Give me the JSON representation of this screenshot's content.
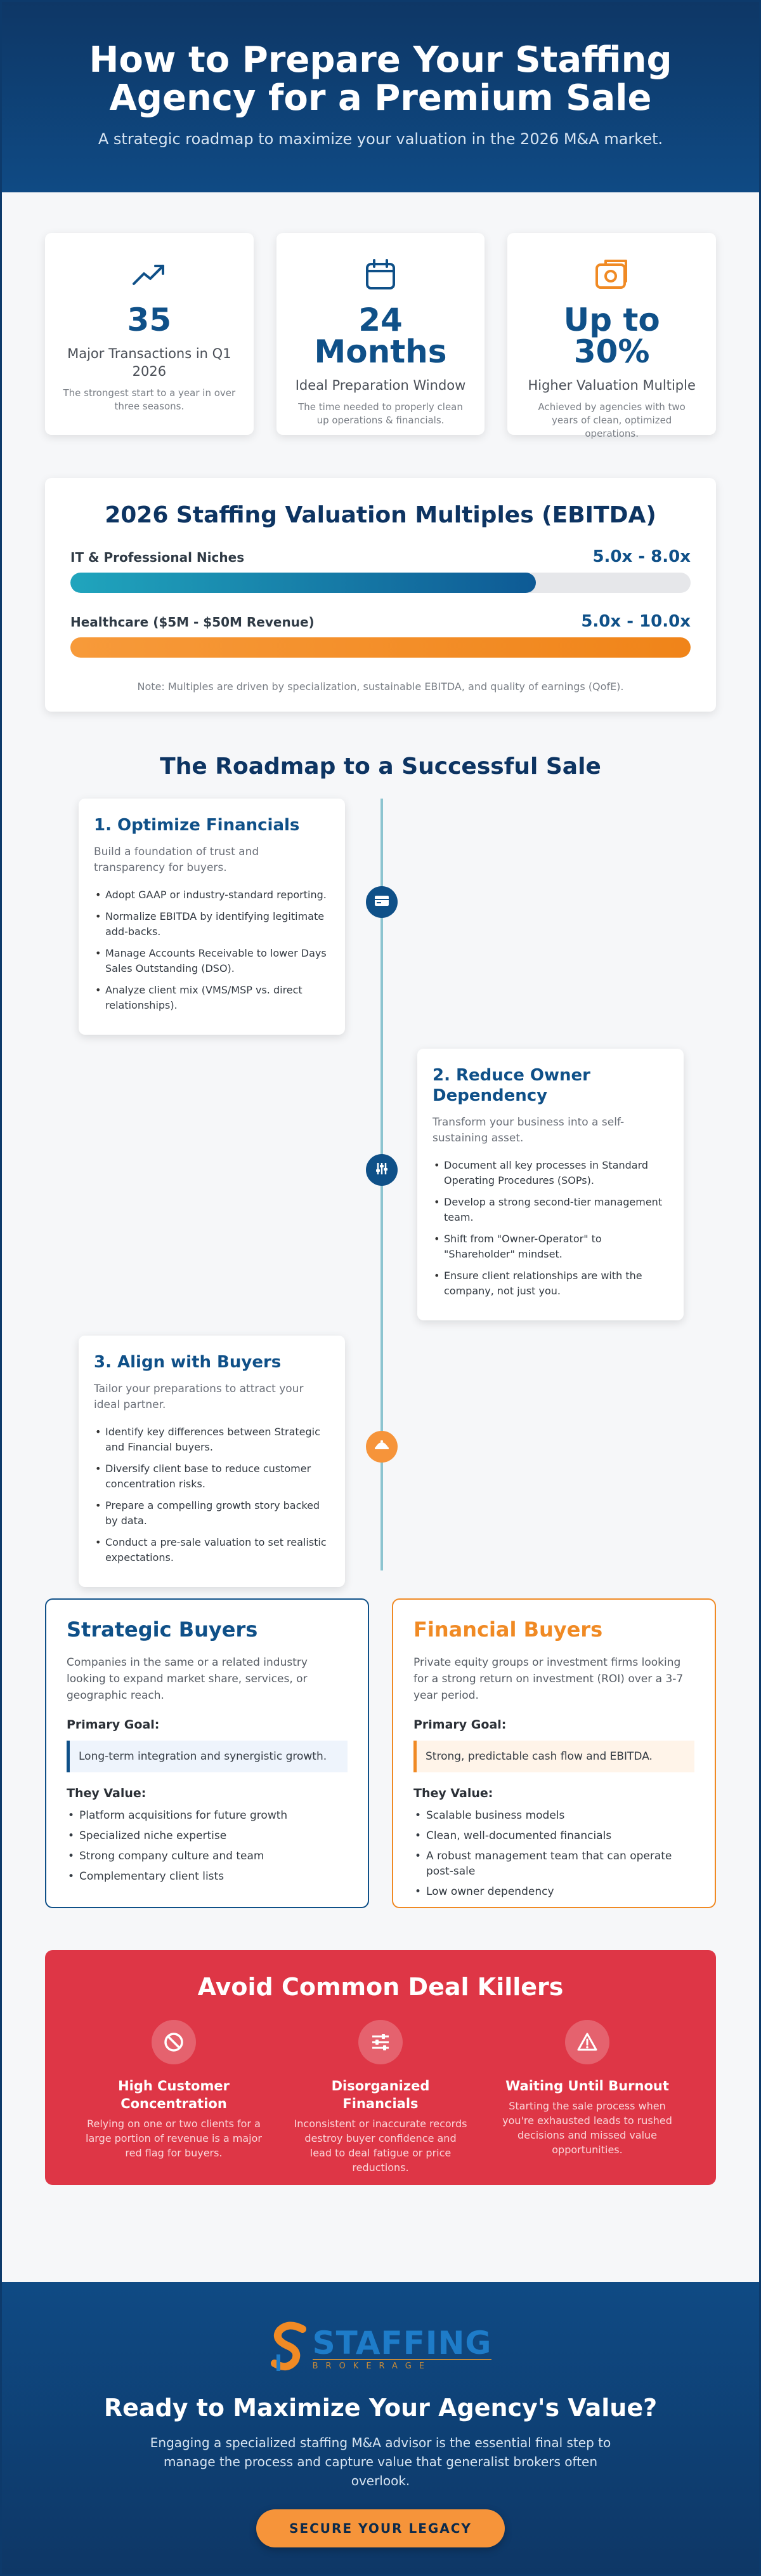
{
  "hero": {
    "title": "How to Prepare Your Staffing Agency for a Premium Sale",
    "subtitle": "A strategic roadmap to maximize your valuation in the 2026 M&A market."
  },
  "stats": [
    {
      "icon": "trending-up-icon",
      "value": "35",
      "label": "Major Transactions in Q1 2026",
      "desc": "The strongest start to a year in over three seasons."
    },
    {
      "icon": "calendar-icon",
      "value": "24 Months",
      "label": "Ideal Preparation Window",
      "desc": "The time needed to properly clean up operations & financials."
    },
    {
      "icon": "money-box-icon",
      "value": "Up to 30%",
      "label": "Higher Valuation Multiple",
      "desc": "Achieved by agencies with two years of clean, optimized operations."
    }
  ],
  "multiples": {
    "title": "2026 Staffing Valuation Multiples (EBITDA)",
    "rows": [
      {
        "name": "IT & Professional Niches",
        "value": "5.0x - 8.0x",
        "fill": 0.75
      },
      {
        "name": "Healthcare ($5M - $50M Revenue)",
        "value": "5.0x - 10.0x",
        "fill": 1.0
      }
    ],
    "note": "Note: Multiples are driven by specialization, sustainable EBITDA, and quality of earnings (QofE)."
  },
  "roadmap": {
    "title": "The Roadmap to a Successful Sale",
    "steps": [
      {
        "title": "1. Optimize Financials",
        "intro": "Build a foundation of trust and transparency for buyers.",
        "items": [
          "Adopt GAAP or industry-standard reporting.",
          "Normalize EBITDA by identifying legitimate add-backs.",
          "Manage Accounts Receivable to lower Days Sales Outstanding (DSO).",
          "Analyze client mix (VMS/MSP vs. direct relationships)."
        ]
      },
      {
        "title": "2. Reduce Owner Dependency",
        "intro": "Transform your business into a self-sustaining asset.",
        "items": [
          "Document all key processes in Standard Operating Procedures (SOPs).",
          "Develop a strong second-tier management team.",
          "Shift from \"Owner-Operator\" to \"Shareholder\" mindset.",
          "Ensure client relationships are with the company, not just you."
        ]
      },
      {
        "title": "3. Align with Buyers",
        "intro": "Tailor your preparations to attract your ideal partner.",
        "items": [
          "Identify key differences between Strategic and Financial buyers.",
          "Diversify client base to reduce customer concentration risks.",
          "Prepare a compelling growth story backed by data.",
          "Conduct a pre-sale valuation to set realistic expectations."
        ]
      }
    ]
  },
  "buyers": {
    "strategic": {
      "title": "Strategic Buyers",
      "desc": "Companies in the same or a related industry looking to expand market share, services, or geographic reach.",
      "goal_label": "Primary Goal:",
      "goal": "Long-term integration and synergistic growth.",
      "values_label": "They Value:",
      "values": [
        "Platform acquisitions for future growth",
        "Specialized niche expertise",
        "Strong company culture and team",
        "Complementary client lists"
      ]
    },
    "financial": {
      "title": "Financial Buyers",
      "desc": "Private equity groups or investment firms looking for a strong return on investment (ROI) over a 3-7 year period.",
      "goal_label": "Primary Goal:",
      "goal": "Strong, predictable cash flow and EBITDA.",
      "values_label": "They Value:",
      "values": [
        "Scalable business models",
        "Clean, well-documented financials",
        "A robust management team that can operate post-sale",
        "Low owner dependency"
      ]
    }
  },
  "killers": {
    "title": "Avoid Common Deal Killers",
    "items": [
      {
        "icon": "ban-icon",
        "title": "High Customer Concentration",
        "desc": "Relying on one or two clients for a large portion of revenue is a major red flag for buyers."
      },
      {
        "icon": "sliders-icon",
        "title": "Disorganized Financials",
        "desc": "Inconsistent or inaccurate records destroy buyer confidence and lead to deal fatigue or price reductions."
      },
      {
        "icon": "warning-icon",
        "title": "Waiting Until Burnout",
        "desc": "Starting the sale process when you're exhausted leads to rushed decisions and missed value opportunities."
      }
    ]
  },
  "footer": {
    "logo_word": "STAFFING",
    "logo_sub": "BROKERAGE",
    "title": "Ready to Maximize Your Agency's Value?",
    "text": "Engaging a specialized staffing M&A advisor is the essential final step to manage the process and capture value that generalist brokers often overlook.",
    "cta": "SECURE YOUR LEGACY"
  },
  "colors": {
    "navy": "#0e3766",
    "blue": "#0f5088",
    "orange": "#f08a24",
    "red": "#de3646"
  }
}
